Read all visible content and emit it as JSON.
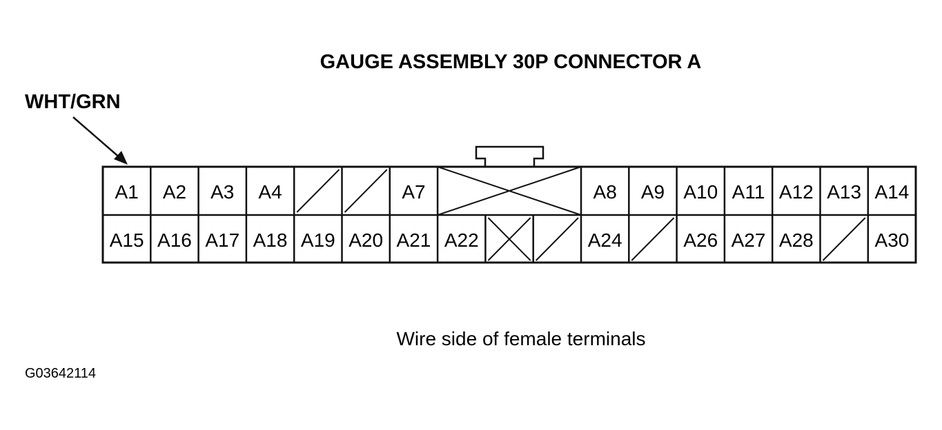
{
  "title": "GAUGE ASSEMBLY 30P CONNECTOR A",
  "wire_label": "WHT/GRN",
  "caption": "Wire side of female terminals",
  "figure_code": "G03642114",
  "connector": {
    "rows": [
      [
        {
          "label": "A1"
        },
        {
          "label": "A2"
        },
        {
          "label": "A3"
        },
        {
          "label": "A4"
        },
        {
          "type": "empty"
        },
        {
          "type": "empty"
        },
        {
          "label": "A7"
        },
        {
          "type": "blocked",
          "span": 3
        },
        {
          "label": "A8"
        },
        {
          "label": "A9"
        },
        {
          "label": "A10"
        },
        {
          "label": "A11"
        },
        {
          "label": "A12"
        },
        {
          "label": "A13"
        },
        {
          "label": "A14"
        }
      ],
      [
        {
          "label": "A15"
        },
        {
          "label": "A16"
        },
        {
          "label": "A17"
        },
        {
          "label": "A18"
        },
        {
          "label": "A19"
        },
        {
          "label": "A20"
        },
        {
          "label": "A21"
        },
        {
          "label": "A22"
        },
        {
          "type": "blocked"
        },
        {
          "type": "empty"
        },
        {
          "label": "A24"
        },
        {
          "type": "empty"
        },
        {
          "label": "A26"
        },
        {
          "label": "A27"
        },
        {
          "label": "A28"
        },
        {
          "type": "empty"
        },
        {
          "label": "A30"
        }
      ]
    ]
  }
}
